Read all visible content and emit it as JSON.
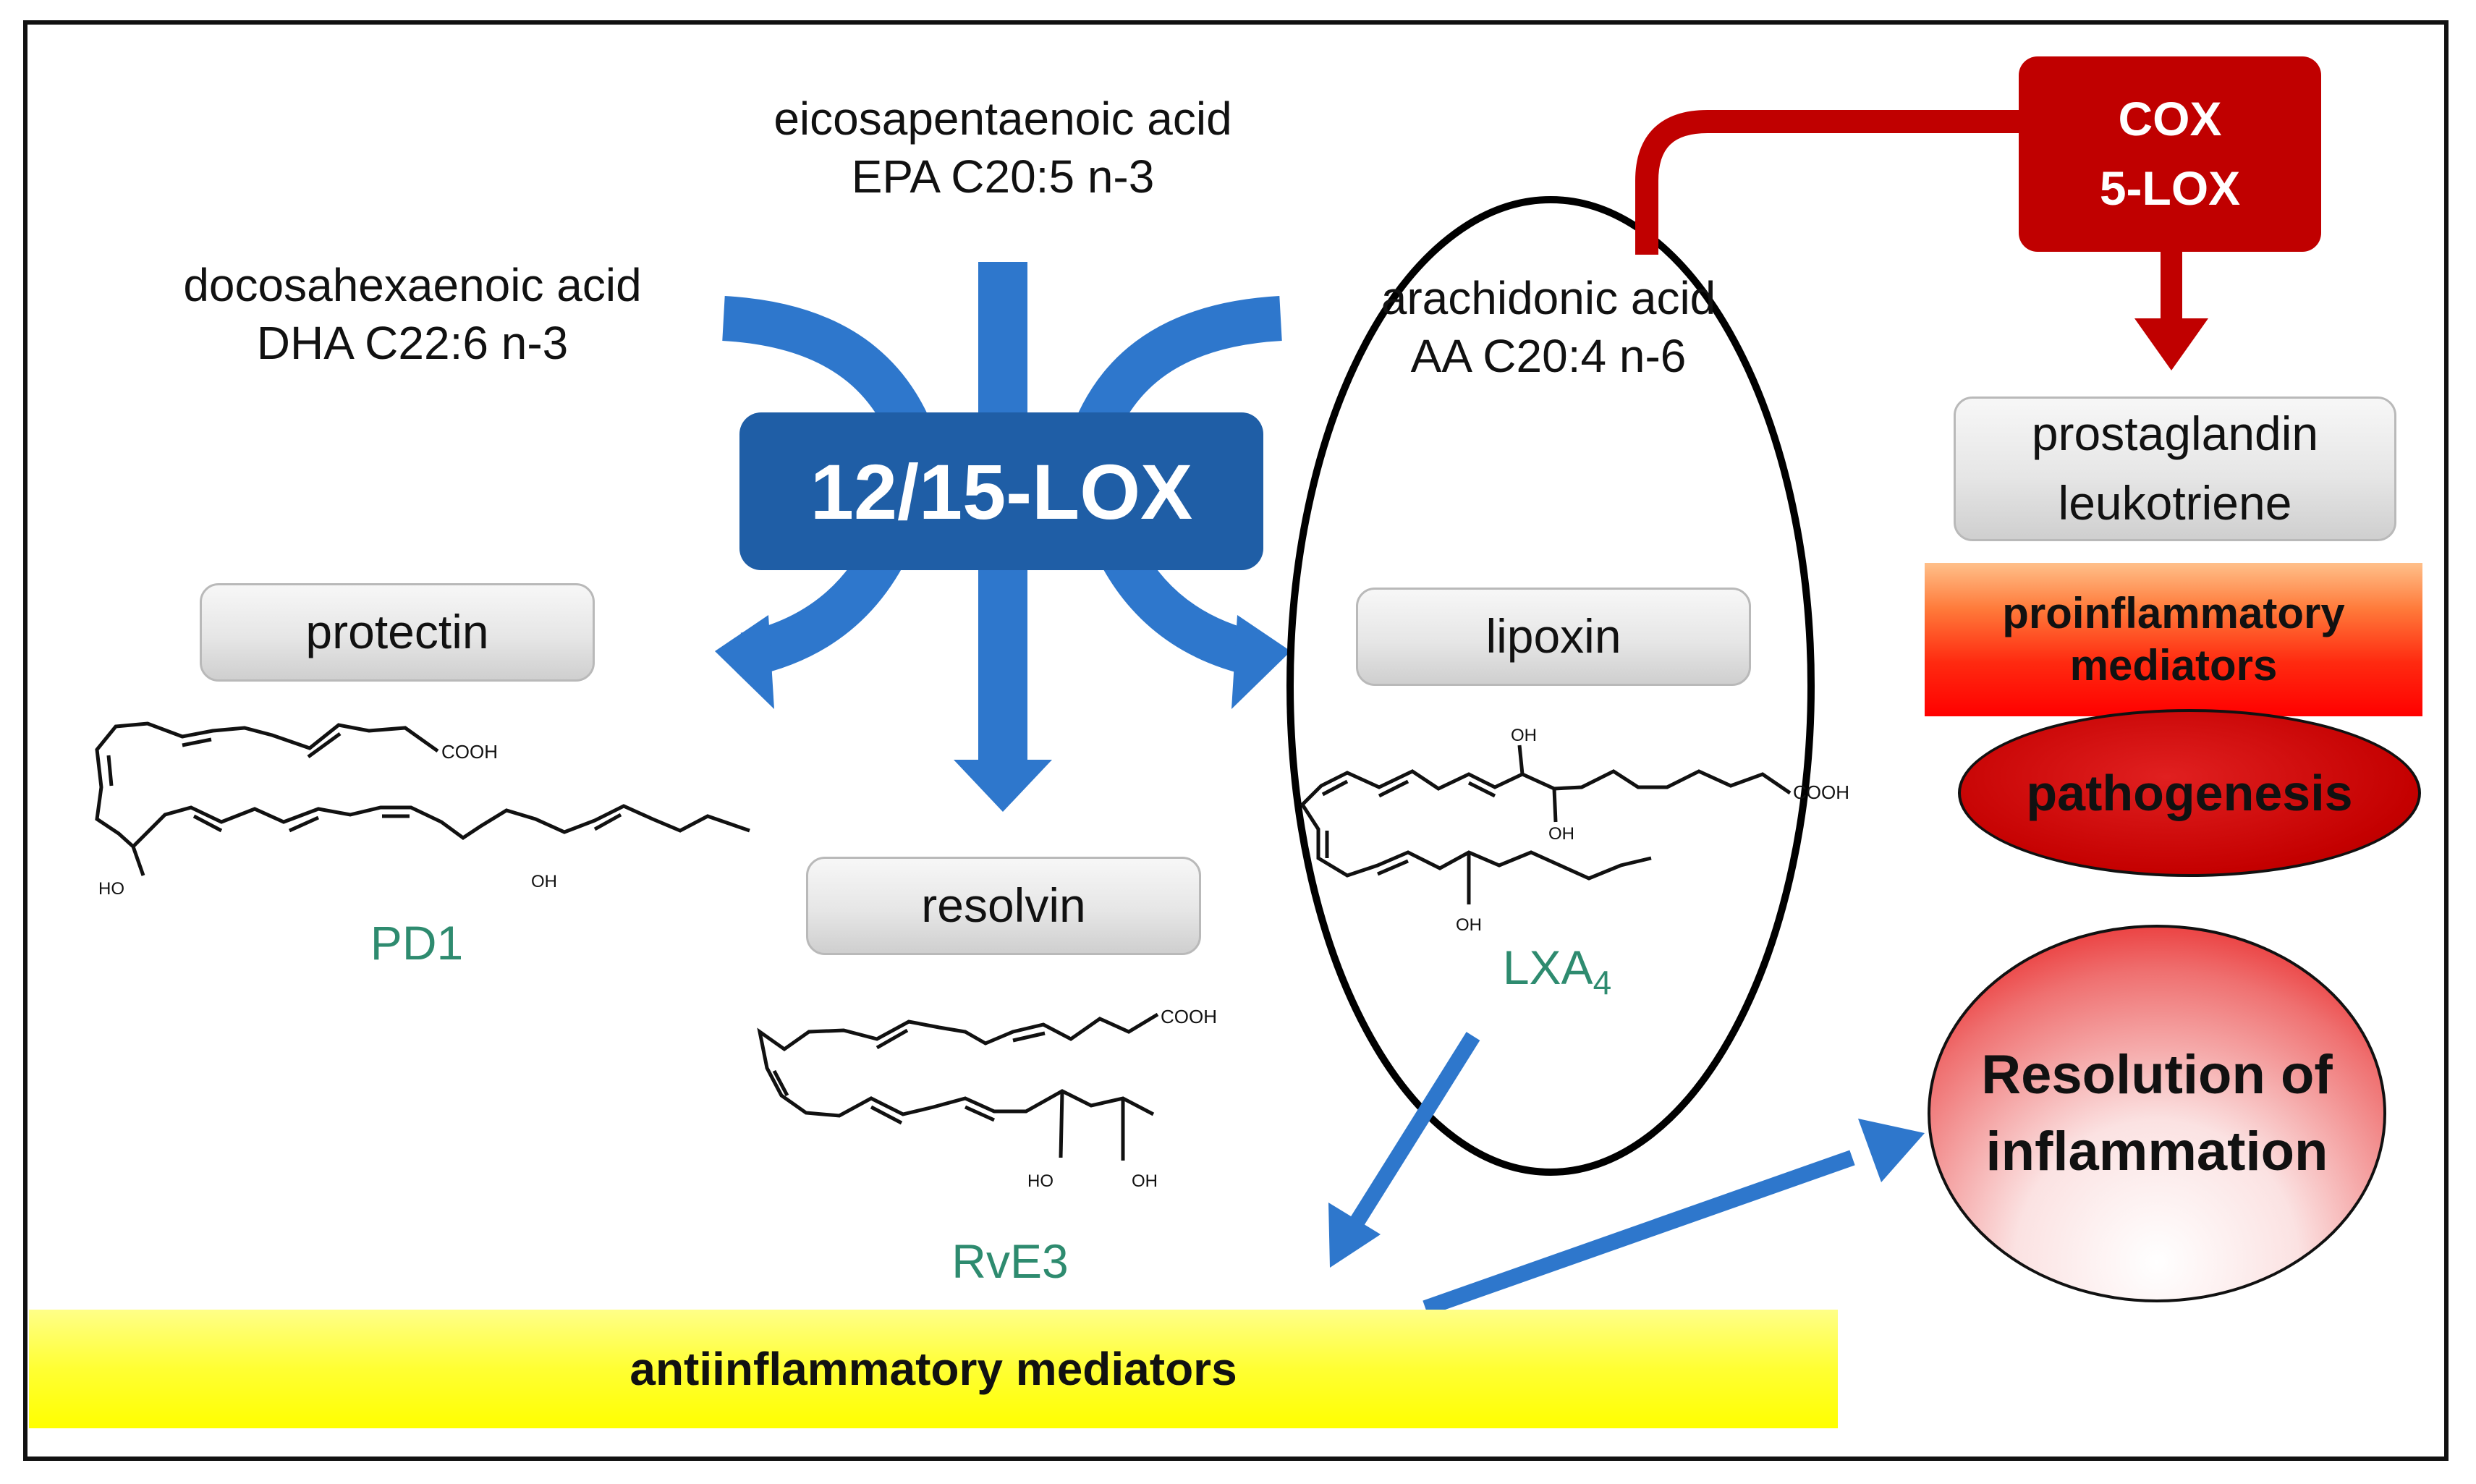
{
  "acids": {
    "epa": {
      "name": "eicosapentaenoic acid",
      "formula": "EPA C20:5 n-3"
    },
    "dha": {
      "name": "docosahexaenoic acid",
      "formula": "DHA C22:6 n-3"
    },
    "aa": {
      "name": "arachidonic acid",
      "formula": "AA C20:4 n-6"
    }
  },
  "enzymes": {
    "lox": "12/15-LOX",
    "cox_line1": "COX",
    "cox_line2": "5-LOX"
  },
  "mediators": {
    "protectin": "protectin",
    "resolvin": "resolvin",
    "lipoxin": "lipoxin",
    "prostaglandin": "prostaglandin",
    "leukotriene": "leukotriene"
  },
  "compounds": {
    "pd1": "PD1",
    "rve3": "RvE3",
    "lxa_base": "LXA",
    "lxa_sub": "4"
  },
  "structure_labels": {
    "cooh": "COOH",
    "oh": "OH",
    "ho": "HO"
  },
  "outcomes": {
    "proinflammatory_line1": "proinflammatory",
    "proinflammatory_line2": "mediators",
    "pathogenesis": "pathogenesis",
    "resolution_line1": "Resolution of",
    "resolution_line2": "inflammation",
    "antiinflammatory": "antiinflammatory mediators"
  },
  "colors": {
    "lox_blue": "#1f5ea6",
    "arrow_blue": "#2e77cc",
    "cox_red": "#c00000",
    "compound_green": "#2e8b6f",
    "highlight_yellow": "#ffff00"
  }
}
